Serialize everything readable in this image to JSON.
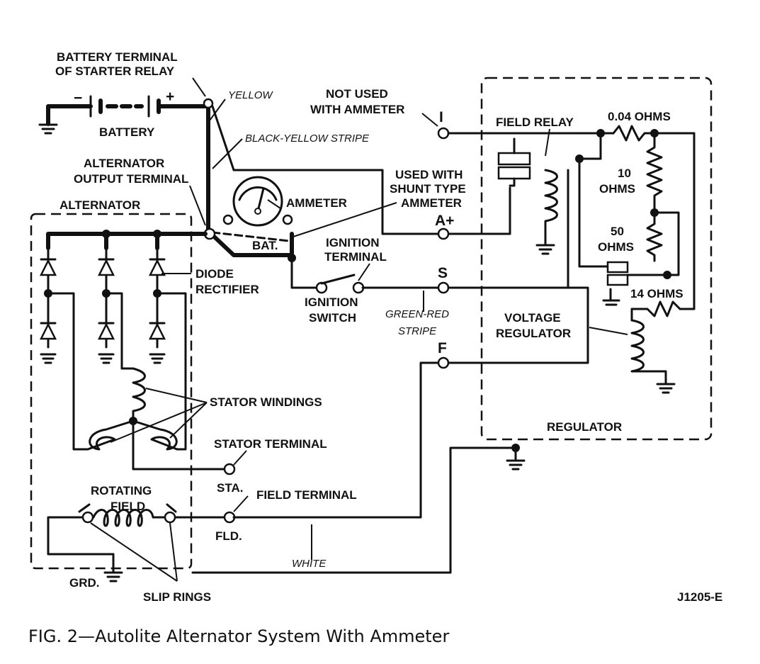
{
  "labels": {
    "battery_terminal_line1": "BATTERY TERMINAL",
    "battery_terminal_line2": "OF STARTER RELAY",
    "yellow": "YELLOW",
    "black_yellow": "BLACK-YELLOW STRIPE",
    "battery": "BATTERY",
    "alt_output_line1": "ALTERNATOR",
    "alt_output_line2": "OUTPUT TERMINAL",
    "alternator": "ALTERNATOR",
    "ammeter": "AMMETER",
    "bat": "BAT.",
    "not_used_line1": "NOT USED",
    "not_used_line2": "WITH AMMETER",
    "used_with_line1": "USED WITH",
    "used_with_line2": "SHUNT TYPE",
    "used_with_line3": "AMMETER",
    "ignition_terminal_line1": "IGNITION",
    "ignition_terminal_line2": "TERMINAL",
    "ignition_switch_line1": "IGNITION",
    "ignition_switch_line2": "SWITCH",
    "green_red_line1": "GREEN-RED",
    "green_red_line2": "STRIPE",
    "diode_line1": "DIODE",
    "diode_line2": "RECTIFIER",
    "stator_windings": "STATOR WINDINGS",
    "stator_terminal": "STATOR TERMINAL",
    "sta": "STA.",
    "rotating_line1": "ROTATING",
    "rotating_line2": "FIELD",
    "field_terminal": "FIELD TERMINAL",
    "fld": "FLD.",
    "white": "WHITE",
    "grd": "GRD.",
    "slip_rings": "SLIP RINGS",
    "field_relay": "FIELD RELAY",
    "ohms_004": "0.04 OHMS",
    "ohms_10_line1": "10",
    "ohms_10_line2": "OHMS",
    "ohms_50_line1": "50",
    "ohms_50_line2": "OHMS",
    "ohms_14": "14 OHMS",
    "voltage_reg_line1": "VOLTAGE",
    "voltage_reg_line2": "REGULATOR",
    "regulator": "REGULATOR",
    "term_i": "I",
    "term_a": "A+",
    "term_s": "S",
    "term_f": "F",
    "figure_id": "J1205-E",
    "caption": "FIG.  2—Autolite Alternator  System With Ammeter"
  }
}
